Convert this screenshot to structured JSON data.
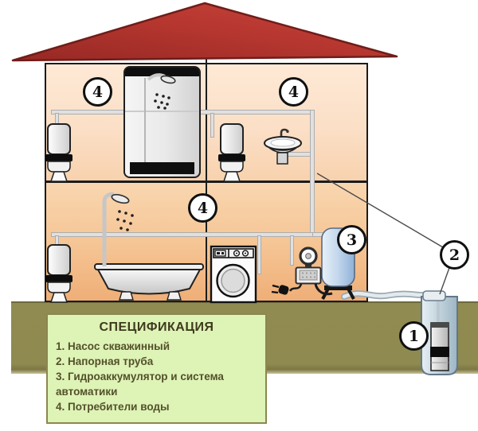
{
  "legend": {
    "title": "СПЕЦИФИКАЦИЯ",
    "items": [
      "1. Насос скважинный",
      "2. Напорная труба",
      "3. Гидроаккумулятор и система автоматики",
      "4. Потребители воды"
    ]
  },
  "callouts": [
    "4",
    "4",
    "4",
    "3",
    "2",
    "1"
  ],
  "colors": {
    "roof": "#b5362f",
    "wall_upper_floor": "#fbe0c8",
    "wall_lower_floor": "#f3bb87",
    "ground": "#8f8a4f",
    "legend_background": "#def3b6",
    "legend_border": "#8b8750",
    "tank_blue": "#a9c4e4",
    "pipe_gray": "#dedede"
  }
}
